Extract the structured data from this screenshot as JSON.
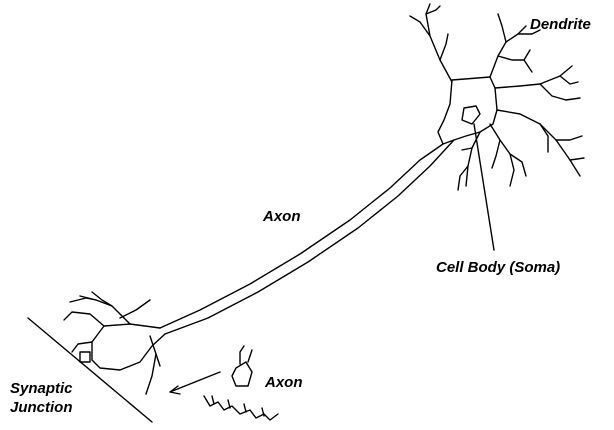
{
  "labels": {
    "dendrite": "Dendrite",
    "axon_main": "Axon",
    "cell_body": "Cell Body (Soma)",
    "synaptic_line1": "Synaptic",
    "synaptic_line2": "Junction",
    "axon_small": "Axon"
  },
  "colors": {
    "line": "#000000",
    "background": "#ffffff"
  }
}
